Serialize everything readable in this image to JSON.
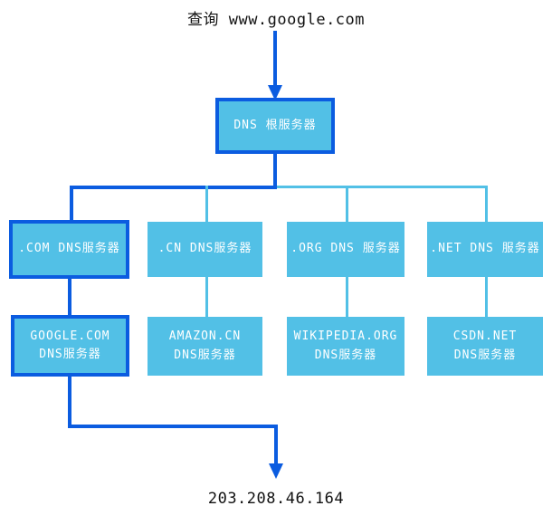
{
  "colors": {
    "path_highlight_blue": "#0b5ce0",
    "node_fill_blue": "#52c0e6",
    "node_text": "#ffffff",
    "caption_text": "#111111"
  },
  "query_label": "查询 www.google.com",
  "result_ip": "203.208.46.164",
  "root_server": {
    "label": "DNS 根服务器"
  },
  "tld_servers": [
    {
      "label": ".COM DNS服务器",
      "highlighted": true
    },
    {
      "label": ".CN DNS服务器",
      "highlighted": false
    },
    {
      "label": ".ORG DNS 服务器",
      "highlighted": false
    },
    {
      "label": ".NET DNS 服务器",
      "highlighted": false
    }
  ],
  "authoritative_servers": [
    {
      "line1": "GOOGLE.COM",
      "line2": "DNS服务器",
      "highlighted": true
    },
    {
      "line1": "AMAZON.CN",
      "line2": "DNS服务器",
      "highlighted": false
    },
    {
      "line1": "WIKIPEDIA.ORG",
      "line2": "DNS服务器",
      "highlighted": false
    },
    {
      "line1": "CSDN.NET",
      "line2": "DNS服务器",
      "highlighted": false
    }
  ]
}
